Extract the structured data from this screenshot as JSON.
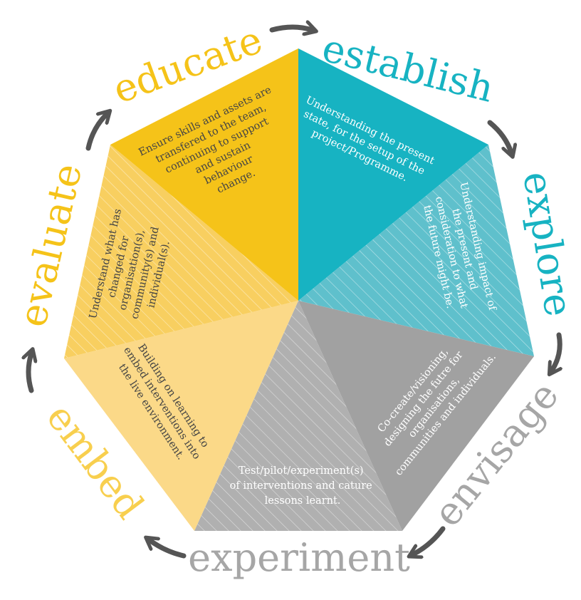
{
  "stages": [
    {
      "key": "establish",
      "label": "establish",
      "description": [
        "Understanding the present",
        "state, for the setup of the",
        "project/Programme."
      ],
      "color": "#17b3c2",
      "text_color": "#ffffff",
      "hatched": false
    },
    {
      "key": "explore",
      "label": "explore",
      "description": [
        "Understanding impact of",
        "the present and",
        "consideration to what",
        "the future might be."
      ],
      "color": "#5fc0cc",
      "text_color": "#ffffff",
      "hatched": true
    },
    {
      "key": "envisage",
      "label": "envisage",
      "description": [
        "Co-create/visioning,",
        "designing the futre for",
        "organisations,",
        "communities and individuals."
      ],
      "color": "#a1a1a1",
      "text_color": "#ffffff",
      "hatched": false
    },
    {
      "key": "experiment",
      "label": "experiment",
      "description": [
        "Test/pilot/experiment(s)",
        "of interventions and cature",
        "lessons learnt."
      ],
      "color": "#b0b0b0",
      "text_color": "#ffffff",
      "hatched": true
    },
    {
      "key": "embed",
      "label": "embed",
      "description": [
        "Building on learning to",
        "embed interventions into",
        "the live environment."
      ],
      "color": "#fbd988",
      "text_color": "#444444",
      "hatched": false
    },
    {
      "key": "evaluate",
      "label": "evaluate",
      "description": [
        "Understand what has",
        "changed for",
        "organisation(s),",
        "community(s) and",
        "individual(s)."
      ],
      "color": "#f8cf60",
      "text_color": "#444444",
      "hatched": true
    },
    {
      "key": "educate",
      "label": "educate",
      "description": [
        "Ensure skills and assets are",
        "transfered to the team,",
        "continuing to support",
        "and sustain",
        "behaviour",
        "change."
      ],
      "color": "#f5c319",
      "text_color": "#444444",
      "hatched": false
    }
  ],
  "label_colors": {
    "establish": "#17b3c2",
    "explore": "#17b3c2",
    "envisage": "#a6a6a6",
    "experiment": "#a6a6a6",
    "embed": "#f8cf4e",
    "evaluate": "#f5c319",
    "educate": "#f5c319"
  },
  "arrow_color": "#555555"
}
